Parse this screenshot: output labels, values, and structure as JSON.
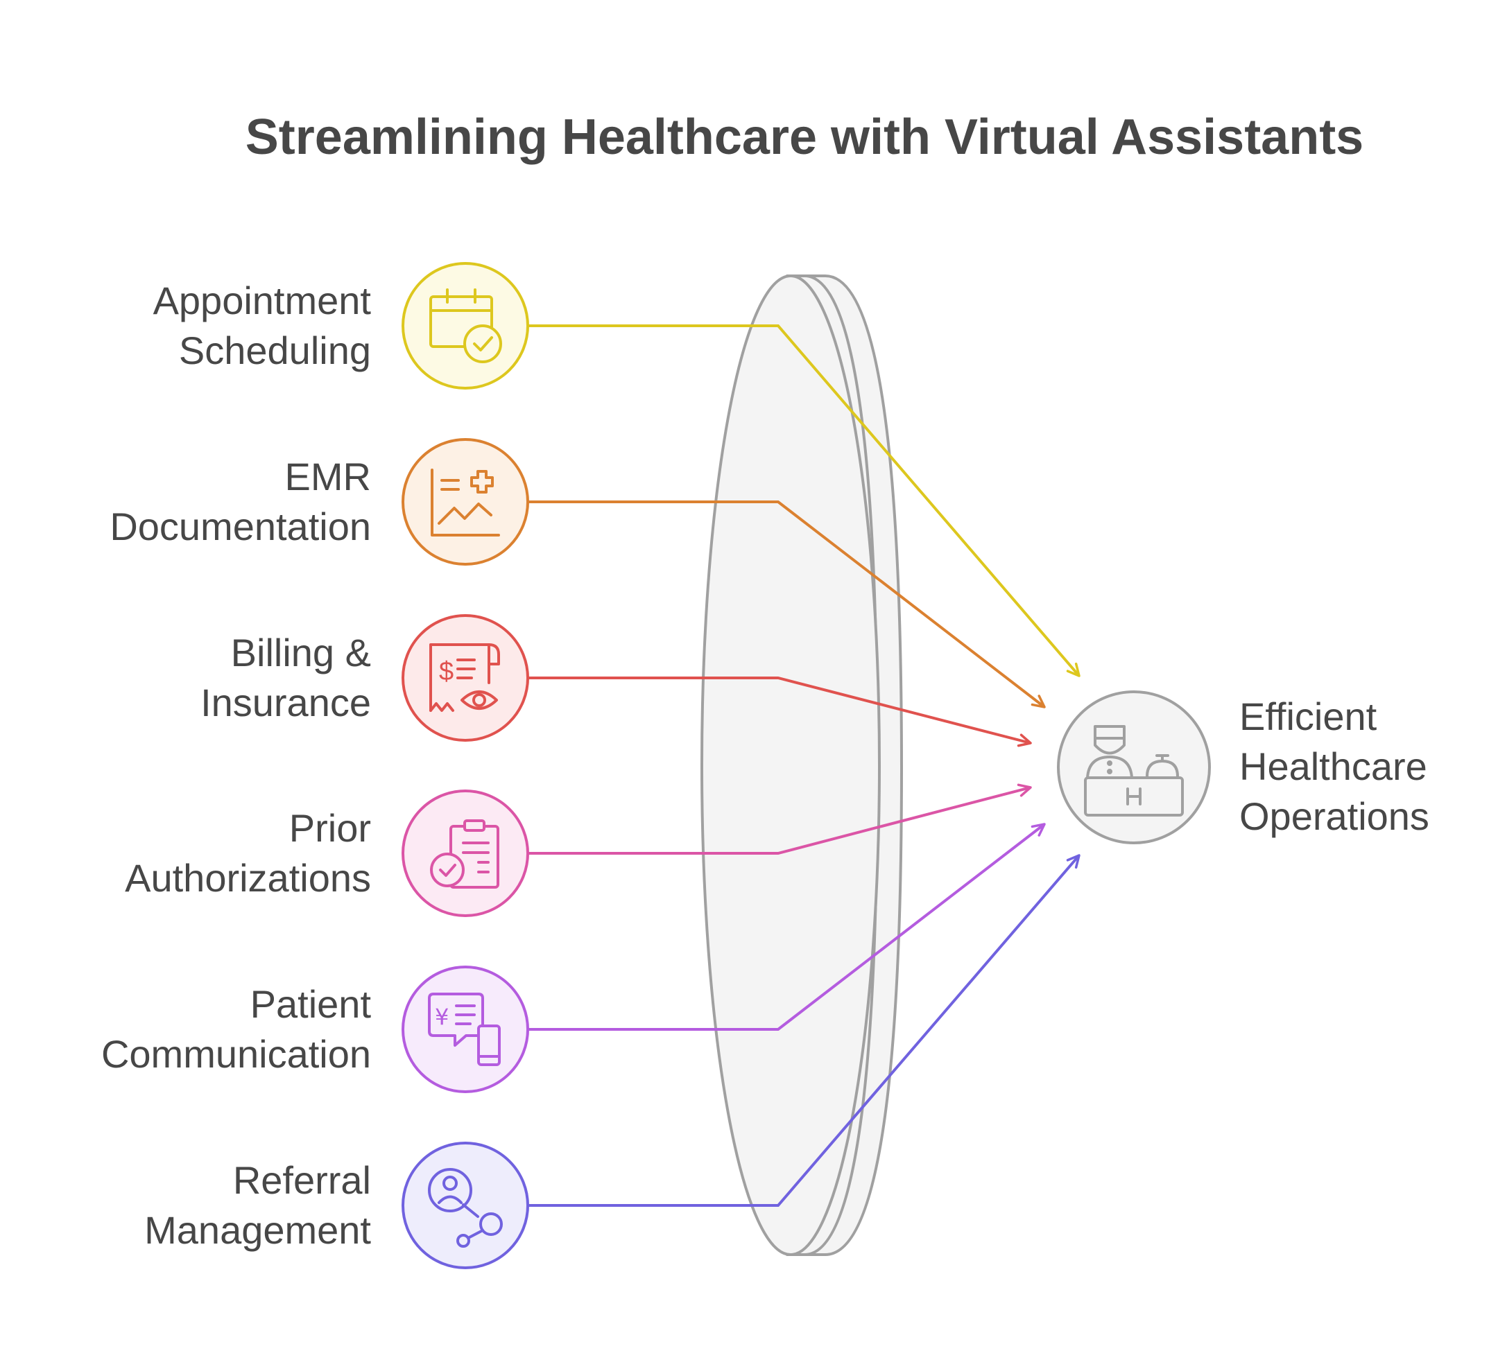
{
  "title": "Streamlining Healthcare with Virtual Assistants",
  "inputs": [
    {
      "lines": [
        "Appointment",
        "Scheduling"
      ],
      "icon": "calendar-check-icon",
      "color": "#DDC71E",
      "fill": "#FDFAE4"
    },
    {
      "lines": [
        "EMR",
        "Documentation"
      ],
      "icon": "medical-chart-icon",
      "color": "#DB8130",
      "fill": "#FDF1E5"
    },
    {
      "lines": [
        "Billing &",
        "Insurance"
      ],
      "icon": "bill-review-icon",
      "color": "#E0524E",
      "fill": "#FDEAEA"
    },
    {
      "lines": [
        "Prior",
        "Authorizations"
      ],
      "icon": "clipboard-approval-icon",
      "color": "#DB55A6",
      "fill": "#FCEAF4"
    },
    {
      "lines": [
        "Patient",
        "Communication"
      ],
      "icon": "chat-phone-icon",
      "color": "#B45CDF",
      "fill": "#F7EBFC"
    },
    {
      "lines": [
        "Referral",
        "Management"
      ],
      "icon": "referral-network-icon",
      "color": "#7062DF",
      "fill": "#EEEDFC"
    }
  ],
  "output": {
    "lines": [
      "Efficient",
      "Healthcare",
      "Operations"
    ],
    "icon": "reception-desk-icon",
    "color": "#A0A0A0",
    "fill": "#F4F4F4"
  }
}
